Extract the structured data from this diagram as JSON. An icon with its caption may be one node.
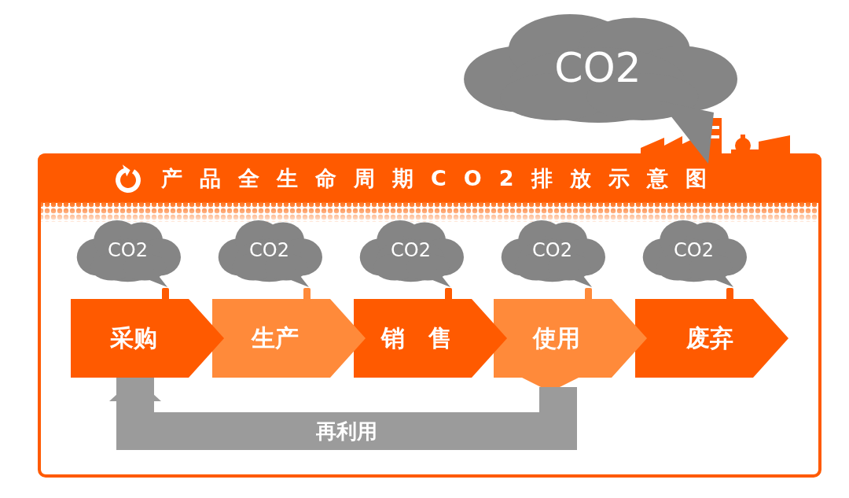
{
  "diagram": {
    "title": "产品全生命周期CO2排放示意图",
    "nodes": [
      {
        "text": [
          "CO2"
        ]
      },
      {
        "text": [
          "CO2"
        ]
      },
      {
        "text": [
          "CO2"
        ]
      },
      {
        "text": [
          "CO2"
        ]
      },
      {
        "text": [
          "CO2"
        ]
      },
      {
        "text": [
          "CO2"
        ]
      },
      {
        "text": [
          "采购"
        ]
      },
      {
        "text": [
          "生产"
        ]
      },
      {
        "text": [
          "销　售"
        ]
      },
      {
        "text": [
          "使用"
        ]
      },
      {
        "text": [
          "废弃"
        ]
      }
    ],
    "edges": [
      {
        "from": 9,
        "to": 6,
        "arrow": "to",
        "label": "再利用",
        "color": "#9b9b9b"
      }
    ]
  }
}
